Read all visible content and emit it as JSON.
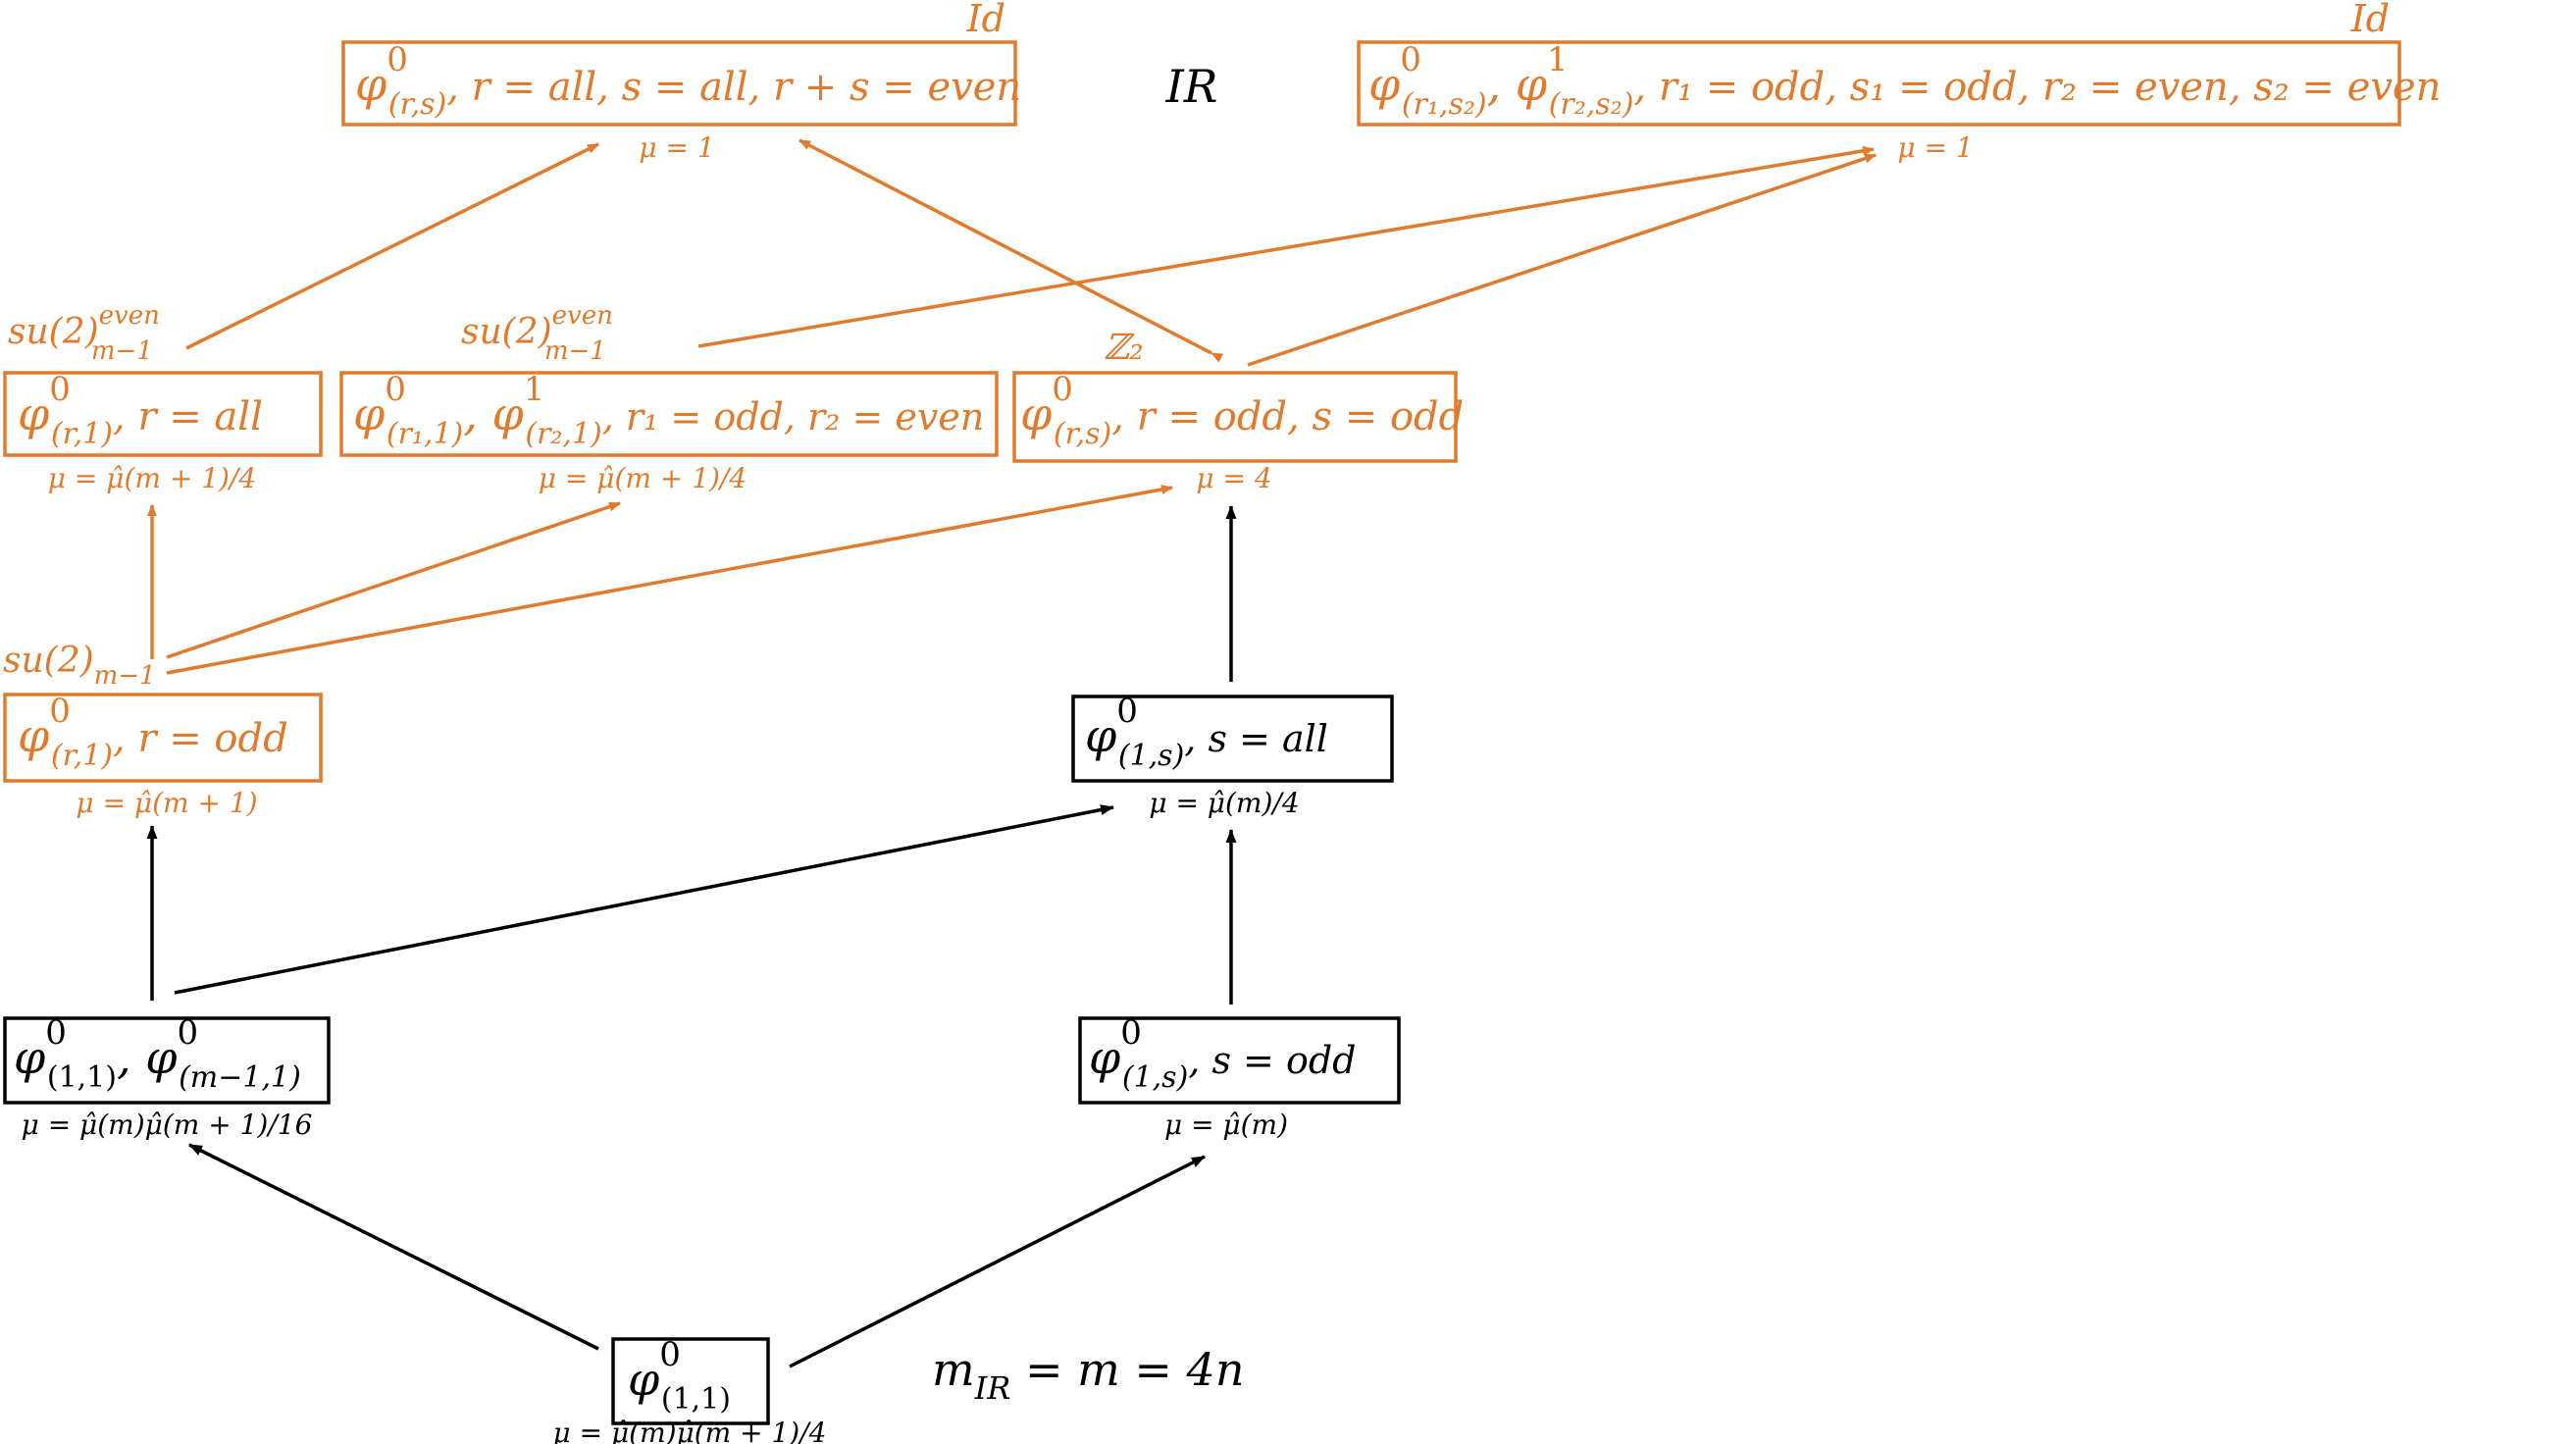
{
  "colors": {
    "rg_flow_orange": "#E07B2E",
    "black": "#000000",
    "background": "#ffffff"
  },
  "title_ir": "IR",
  "caption": {
    "lhs": "m",
    "sub": "IR",
    "rhs": " = m = 4n"
  },
  "nodes": {
    "ir_left": {
      "content": {
        "phi": "φ",
        "sup": "0",
        "sub": "(r,s)",
        "rest": ",  r = all, s = all, r + s = even"
      },
      "mu": "μ = 1",
      "symmetry": "Id"
    },
    "ir_right": {
      "content": {
        "phi1": "φ",
        "sup1": "0",
        "sub1": "(r₁,s₂)",
        "phi2": ", φ",
        "sup2": "1",
        "sub2": "(r₂,s₂)",
        "rest": ",  r₁ = odd, s₁ = odd, r₂ = even, s₂ = even"
      },
      "mu": "μ = 1",
      "symmetry": "Id"
    },
    "mid_left": {
      "content": {
        "phi": "φ",
        "sup": "0",
        "sub": "(r,1)",
        "rest": ",   r = all"
      },
      "mu": "μ = μ̂(m + 1)/4",
      "symmetry": {
        "base": "su(2)",
        "sup": "even",
        "sub": "m−1"
      }
    },
    "mid_center": {
      "content": {
        "phi1": "φ",
        "sup1": "0",
        "sub1": "(r₁,1)",
        "phi2": ", φ",
        "sup2": "1",
        "sub2": "(r₂,1)",
        "rest": ",  r₁ = odd, r₂ = even"
      },
      "mu": "μ = μ̂(m + 1)/4",
      "symmetry": {
        "base": "su(2)",
        "sup": "even",
        "sub": "m−1"
      }
    },
    "mid_right": {
      "content": {
        "phi": "φ",
        "sup": "0",
        "sub": "(r,s)",
        "rest": ", r = odd, s = odd"
      },
      "mu": "μ = 4",
      "symmetry": "ℤ₂"
    },
    "low_left": {
      "content": {
        "phi": "φ",
        "sup": "0",
        "sub": "(r,1)",
        "rest": ",   r = odd"
      },
      "mu": "μ = μ̂(m + 1)",
      "symmetry": {
        "base": "su(2)",
        "sub": "m−1"
      }
    },
    "low_right": {
      "content": {
        "phi": "φ",
        "sup": "0",
        "sub": "(1,s)",
        "rest": ",   s = all"
      },
      "mu": "μ = μ̂(m)/4"
    },
    "uv_pair_left": {
      "content": {
        "phi1": "φ",
        "sup1": "0",
        "sub1": "(1,1)",
        "phi2": ", φ",
        "sup2": "0",
        "sub2": "(m−1,1)"
      },
      "mu": "μ = μ̂(m)μ̂(m + 1)/16"
    },
    "uv_pair_right": {
      "content": {
        "phi": "φ",
        "sup": "0",
        "sub": "(1,s)",
        "rest": ",   s = odd"
      },
      "mu": "μ = μ̂(m)"
    },
    "uv_root": {
      "content": {
        "phi": "φ",
        "sup": "0",
        "sub": "(1,1)"
      },
      "mu": "μ = μ̂(m)μ̂(m + 1)/4"
    }
  }
}
